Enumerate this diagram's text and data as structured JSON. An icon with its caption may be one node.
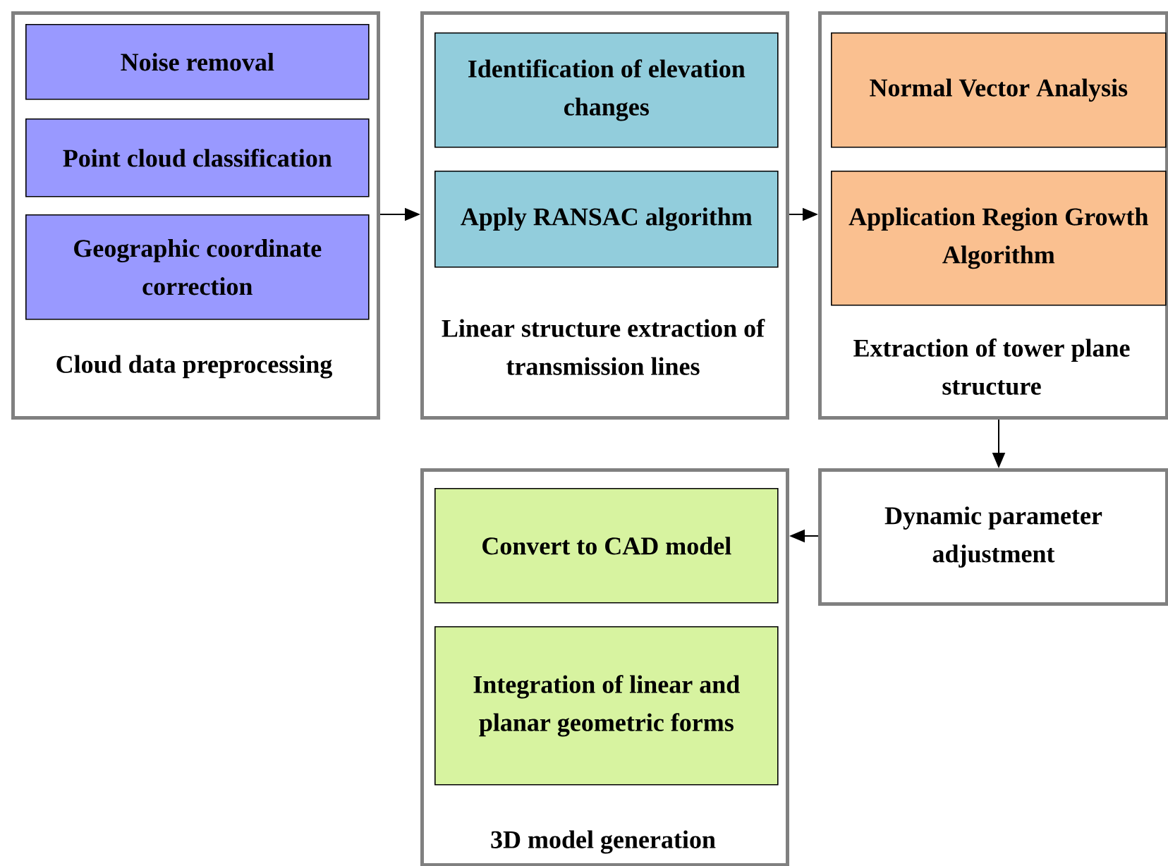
{
  "diagram": {
    "nodes": [
      {
        "text": [
          "Cloud data preprocessing"
        ]
      },
      {
        "text": [
          "Noise removal"
        ],
        "in": 0
      },
      {
        "text": [
          "Point cloud classification"
        ],
        "in": 0
      },
      {
        "text": [
          "Geographic coordinate correction"
        ],
        "in": 0
      },
      {
        "text": [
          "Linear structure extraction of transmission lines"
        ]
      },
      {
        "text": [
          "Identification of elevation changes"
        ],
        "in": 4
      },
      {
        "text": [
          "Apply RANSAC algorithm"
        ],
        "in": 4
      },
      {
        "text": [
          "Extraction of tower plane structure"
        ]
      },
      {
        "text": [
          "Normal Vector Analysis"
        ],
        "in": 7
      },
      {
        "text": [
          "Application Region Growth Algorithm"
        ],
        "in": 7
      },
      {
        "text": [
          "Dynamic parameter adjustment"
        ]
      },
      {
        "text": [
          "3D model generation"
        ]
      },
      {
        "text": [
          "Convert to CAD model"
        ],
        "in": 11
      },
      {
        "text": [
          "Integration of linear and planar geometric forms"
        ],
        "in": 11
      }
    ],
    "edges": [
      {
        "from": 0,
        "to": 4,
        "arrow": "to"
      },
      {
        "from": 4,
        "to": 7,
        "arrow": "to"
      },
      {
        "from": 7,
        "to": 10,
        "arrow": "to"
      },
      {
        "from": 10,
        "to": 11,
        "arrow": "to"
      }
    ]
  }
}
